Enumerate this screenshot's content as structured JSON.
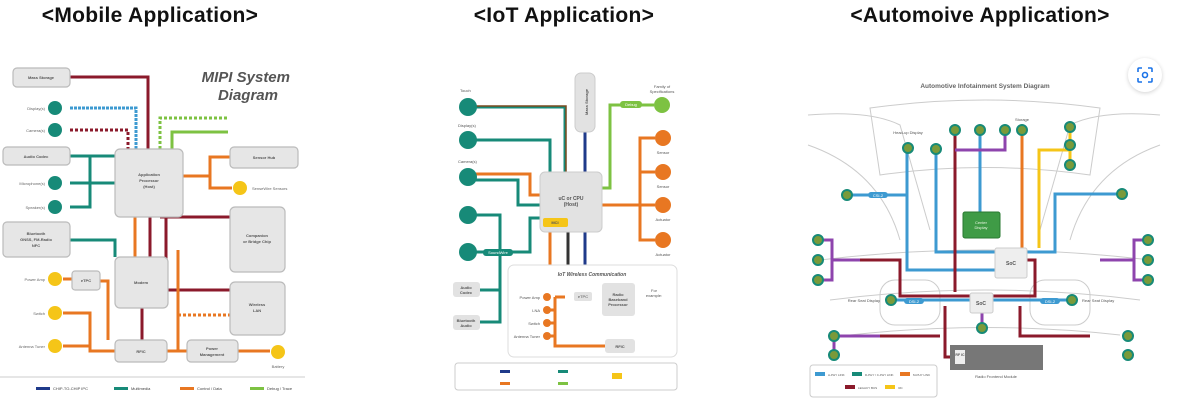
{
  "titles": {
    "mobile": "<Mobile Application>",
    "iot": "<IoT Application>",
    "auto": "<Automoive Application>"
  },
  "mobile": {
    "heading_1": "MIPI System",
    "heading_2": "Diagram",
    "blocks": {
      "mass_storage": "Mass Storage",
      "audio_codec": "Audio Codec",
      "bluetooth_1": "Bluetooth",
      "bluetooth_2": "GNSS, FM-Radio",
      "bluetooth_3": "NFC",
      "app_proc_1": "Application",
      "app_proc_2": "Processor",
      "app_proc_3": "(Host)",
      "modem": "Modem",
      "sensor_hub": "Sensor Hub",
      "companion_1": "Companion",
      "companion_2": "or Bridge Chip",
      "wlan_1": "Wireless",
      "wlan_2": "LAN",
      "rfic": "RFIC",
      "etpc": "eTPC",
      "power_1": "Power",
      "power_2": "Management"
    },
    "peripherals": {
      "display": "Display(s)",
      "camera": "Camera(s)",
      "microphone": "Microphone(s)",
      "speaker": "Speaker(s)",
      "power_amp": "Power Amp",
      "switch": "Switch",
      "antenna": "Antenna Tuner",
      "sensewire": "SenseWire Sensors",
      "battery": "Battery"
    },
    "legend": [
      "CHIP-TO-CHIP IPC",
      "Multimedia",
      "Control / Data",
      "Debug / Trace"
    ]
  },
  "iot": {
    "host_1": "uC or CPU",
    "host_2": "(Host)",
    "mci": "MCI",
    "mass_storage": "Mass Storage",
    "touch": "Touch",
    "display": "Display(s)",
    "camera": "Camera(s)",
    "audio_codec_1": "Audio",
    "audio_codec_2": "Codec",
    "bt_audio_1": "Bluetooth",
    "bt_audio_2": "Audio",
    "family_1": "Family of",
    "family_2": "Specifications",
    "debug": "Debug",
    "soundwire": "SoundWire",
    "sensors": [
      "Sensor",
      "Sensor",
      "Actuator",
      "Actuator"
    ],
    "wireless_title": "IoT Wireless Communication",
    "wireless_items": [
      "Power Amp",
      "LNA",
      "Switch",
      "Antenna Tuner"
    ],
    "radio_1": "Radio",
    "radio_2": "Baseband",
    "radio_3": "Processor",
    "rfic": "RFIC",
    "etpc": "eTPC",
    "examples_1": "For",
    "examples_2": "example:"
  },
  "auto": {
    "diagram_title": "Automotive Infotainment System Diagram",
    "soc": "SoC",
    "center_display_1": "Center",
    "center_display_2": "Display",
    "head_up": "Head-up Display",
    "storage": "Storage",
    "rear_left": "Rear Seat Display",
    "rear_right": "Rear Seat Display",
    "radio_module": "Radio Frontend Module",
    "rf_ic": "RF IC",
    "csi": "CSI-2",
    "dsi": "DSI-2",
    "legend": [
      "A-PHY LINK",
      "D-PHY / C-PHY LINK",
      "M-PHY LINK",
      "LEGACY BUS",
      "I3C"
    ]
  },
  "colors": {
    "teal": "#178a78",
    "orange": "#e87722",
    "maroon": "#8b1a2b",
    "green": "#7dc242",
    "blue": "#3d9ad1",
    "yellow": "#f5c518",
    "purple": "#8e44ad"
  }
}
